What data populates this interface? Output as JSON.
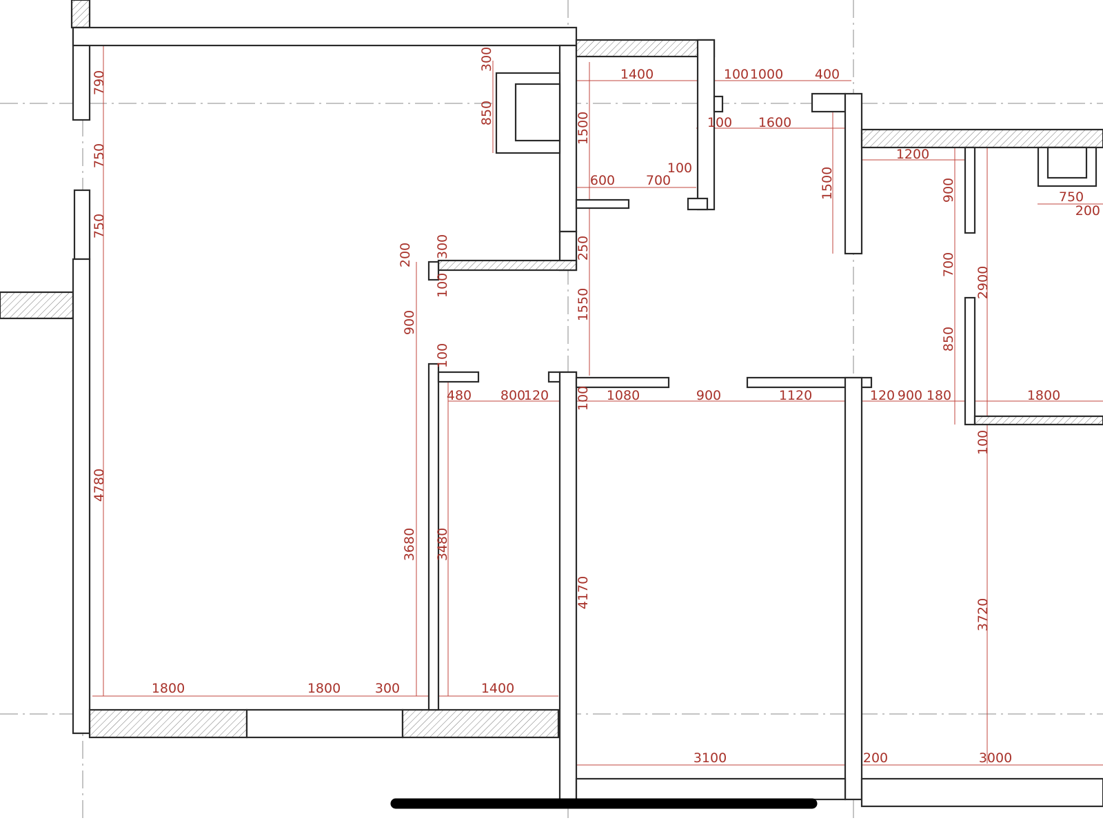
{
  "colors": {
    "wall_stroke": "#2a2a2a",
    "dimension": "#a8322a",
    "axis": "#8a8a8a",
    "background": "#ffffff"
  },
  "dimensions": {
    "d_790": "790",
    "d_750_a": "750",
    "d_750_b": "750",
    "d_4780": "4780",
    "d_1800_a": "1800",
    "d_1800_b": "1800",
    "d_300_bottom": "300",
    "d_1400_bottom": "1400",
    "d_300_shaft": "300",
    "d_850_shaft": "850",
    "d_1400_top": "1400",
    "d_1500_a": "1500",
    "d_600": "600",
    "d_700_a": "700",
    "d_100_a": "100",
    "d_100_b": "100",
    "d_1000": "1000",
    "d_400": "400",
    "d_100_c": "100",
    "d_1600": "1600",
    "d_1500_b": "1500",
    "d_1200": "1200",
    "d_900_a": "900",
    "d_750_c": "750",
    "d_200_cut": "200",
    "d_200_a": "200",
    "d_300_b": "300",
    "d_100_d": "100",
    "d_250": "250",
    "d_900_b": "900",
    "d_1550": "1550",
    "d_700_b": "700",
    "d_2900": "2900",
    "d_850_b": "850",
    "d_100_e": "100",
    "d_480": "480",
    "d_800": "800",
    "d_120_a": "120",
    "d_100_f": "100",
    "d_1080": "1080",
    "d_900_c": "900",
    "d_1120": "1120",
    "d_120_b": "120",
    "d_900_d": "900",
    "d_180": "180",
    "d_1800_c": "1800",
    "d_100_g": "100",
    "d_3680": "3680",
    "d_3480": "3480",
    "d_4170": "4170",
    "d_3720": "3720",
    "d_3100": "3100",
    "d_200_b": "200",
    "d_3000": "3000"
  }
}
